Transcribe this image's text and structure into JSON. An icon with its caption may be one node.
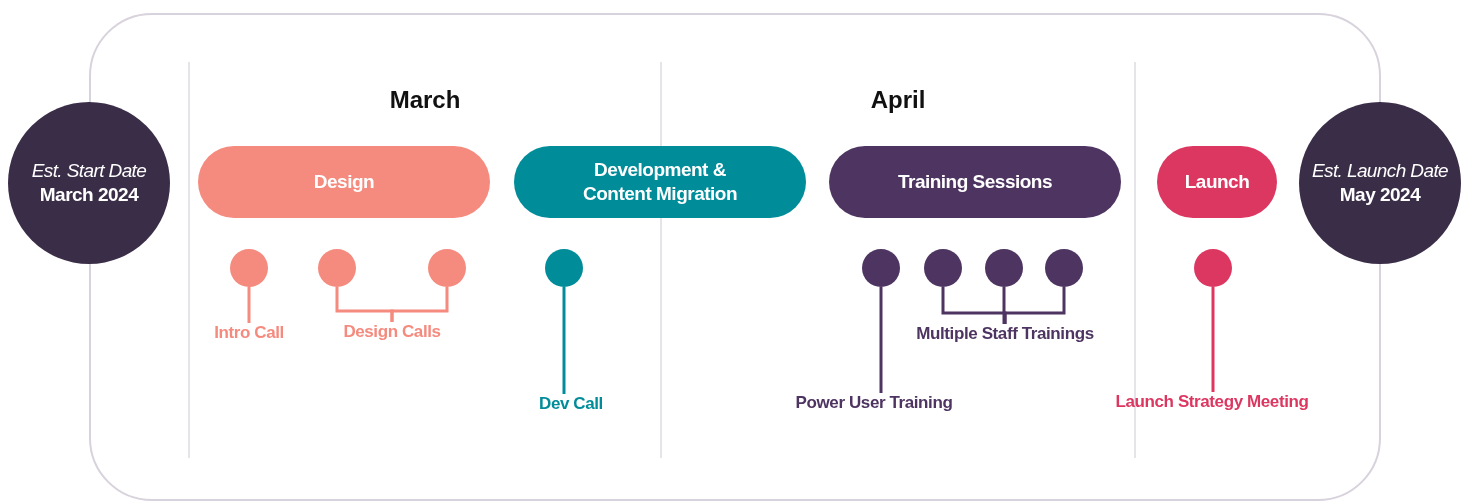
{
  "diagram": {
    "nodes": [
      {
        "text": [
          "Est. Start Date",
          "March 2024"
        ]
      },
      {
        "text": [
          "Design"
        ]
      },
      {
        "text": [
          "Development & Content Migration"
        ]
      },
      {
        "text": [
          "Training Sessions"
        ]
      },
      {
        "text": [
          "Launch"
        ]
      },
      {
        "text": [
          "Est. Launch Date",
          "May 2024"
        ]
      },
      {
        "text": [],
        "shape": "circle"
      },
      {
        "text": [],
        "shape": "circle"
      },
      {
        "text": [],
        "shape": "circle"
      },
      {
        "text": [],
        "shape": "circle"
      },
      {
        "text": [],
        "shape": "circle"
      },
      {
        "text": [],
        "shape": "circle"
      },
      {
        "text": [],
        "shape": "circle"
      },
      {
        "text": [],
        "shape": "circle"
      },
      {
        "text": [],
        "shape": "circle"
      },
      {
        "text": [
          "Intro Call"
        ]
      },
      {
        "text": [
          "Design Calls"
        ]
      },
      {
        "text": [
          "Dev Call"
        ]
      },
      {
        "text": [
          "Power User Training"
        ]
      },
      {
        "text": [
          "Multiple Staff Trainings"
        ]
      },
      {
        "text": [
          "Launch Strategy Meeting"
        ]
      }
    ],
    "edges": [
      {
        "from": 6,
        "to": 15,
        "arrow": "none",
        "color": "#f58a7e"
      },
      {
        "from": 7,
        "to": 16,
        "arrow": "none",
        "color": "#f58a7e"
      },
      {
        "from": 8,
        "to": 16,
        "arrow": "none",
        "color": "#f58a7e"
      },
      {
        "from": 9,
        "to": 17,
        "arrow": "none",
        "color": "#008c99"
      },
      {
        "from": 10,
        "to": 18,
        "arrow": "none",
        "color": "#4e3461"
      },
      {
        "from": 11,
        "to": 19,
        "arrow": "none",
        "color": "#4e3461"
      },
      {
        "from": 12,
        "to": 19,
        "arrow": "none",
        "color": "#4e3461"
      },
      {
        "from": 13,
        "to": 19,
        "arrow": "none",
        "color": "#4e3461"
      },
      {
        "from": 14,
        "to": 20,
        "arrow": "none",
        "color": "#dc3761"
      }
    ],
    "labels": [
      "March",
      "April"
    ]
  }
}
